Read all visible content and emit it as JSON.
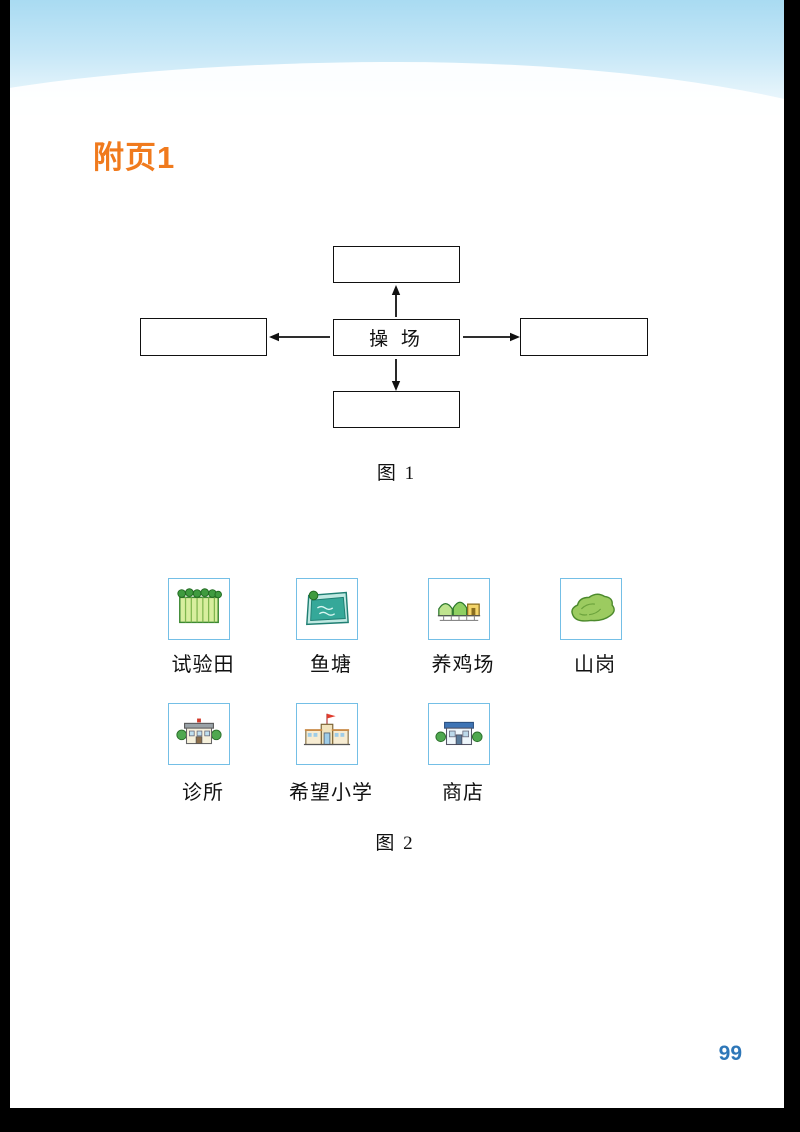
{
  "page": {
    "heading": "附页1",
    "page_number": "99"
  },
  "figure1": {
    "center_box": "操 场",
    "caption": "图 1",
    "boxes": {
      "top": "",
      "left": "",
      "right": "",
      "bottom": ""
    }
  },
  "figure2": {
    "caption": "图 2",
    "items": [
      {
        "label": "试验田",
        "icon": "experimental-field-icon"
      },
      {
        "label": "鱼塘",
        "icon": "fish-pond-icon"
      },
      {
        "label": "养鸡场",
        "icon": "chicken-farm-icon"
      },
      {
        "label": "山岗",
        "icon": "hill-icon"
      },
      {
        "label": "诊所",
        "icon": "clinic-icon"
      },
      {
        "label": "希望小学",
        "icon": "school-icon"
      },
      {
        "label": "商店",
        "icon": "shop-icon"
      }
    ]
  },
  "colors": {
    "heading_accent": "#f07a1d",
    "page_number_blue": "#2e77b8",
    "tile_border": "#74bfe6",
    "sky_blue": "#a9dbf2"
  }
}
